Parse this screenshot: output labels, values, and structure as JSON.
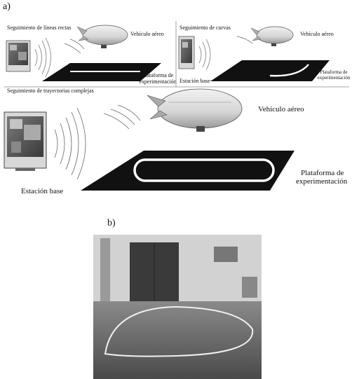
{
  "figure": {
    "label_a": "a)",
    "label_b": "b)"
  },
  "panel1": {
    "title": "Seguimiento de líneas rectas",
    "vehicle": "Vehículo aéreo",
    "platform": "Plataforma de experimentación"
  },
  "panel2": {
    "title": "Seguimiento de curvas",
    "vehicle": "Vehículo aéreo",
    "platform": "Plataforma de experimentación",
    "station": "Estación base"
  },
  "panel3": {
    "title": "Seguimiento de trayectorias complejas",
    "vehicle": "Vehículo aéreo",
    "platform_line1": "Plataforma de",
    "platform_line2": "experimentación",
    "station": "Estación base"
  }
}
